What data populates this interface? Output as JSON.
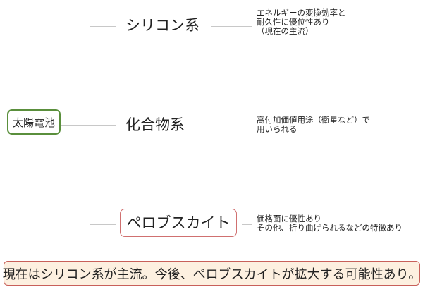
{
  "root": {
    "label": "太陽電池"
  },
  "branches": [
    {
      "label": "シリコン系",
      "note": "エネルギーの変換効率と\n耐久性に優位性あり\n（現在の主流）"
    },
    {
      "label": "化合物系",
      "note": "高付加価値用途（衛星など）で\n用いられる"
    },
    {
      "label": "ペロブスカイト",
      "note": "価格面に優性あり\nその他、折り曲げられるなどの特徴あり"
    }
  ],
  "summary": "現在はシリコン系が主流。今後、ペロブスカイトが拡大する可能性あり。",
  "colors": {
    "root_border": "#5a8f3c",
    "highlight_border": "#d07070",
    "summary_fill": "#fdf0e0",
    "connector": "#c8c8c8"
  }
}
